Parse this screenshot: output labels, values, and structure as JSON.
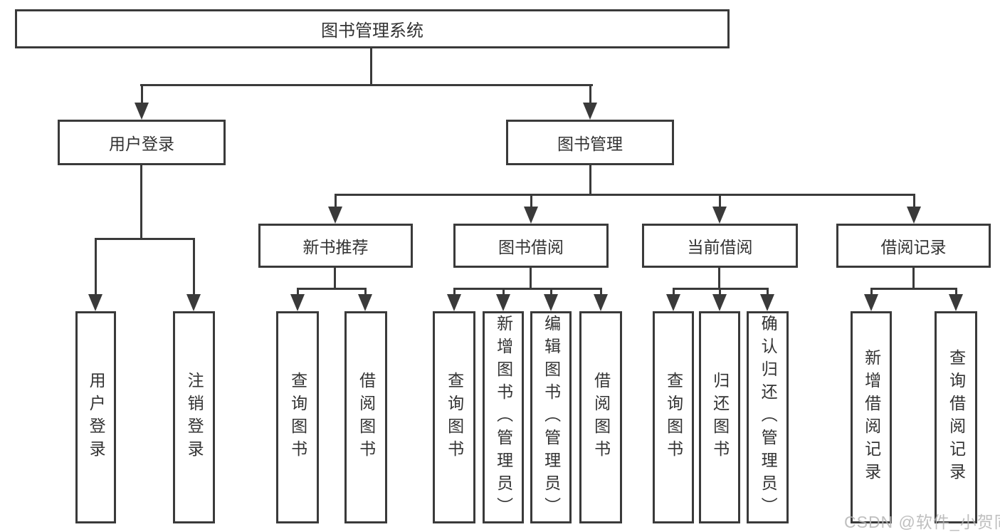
{
  "colors": {
    "line": "#3a3a3a",
    "text": "#333333",
    "background": "#ffffff",
    "watermark": "#b4b4b4"
  },
  "tree": {
    "label": "图书管理系统",
    "children": [
      {
        "label": "用户登录",
        "children": [
          {
            "label": "用户登录"
          },
          {
            "label": "注销登录"
          }
        ]
      },
      {
        "label": "图书管理",
        "children": [
          {
            "label": "新书推荐",
            "children": [
              {
                "label": "查询图书"
              },
              {
                "label": "借阅图书"
              }
            ]
          },
          {
            "label": "图书借阅",
            "children": [
              {
                "label": "查询图书"
              },
              {
                "label": "新增图书（管理员）"
              },
              {
                "label": "编辑图书（管理员）"
              },
              {
                "label": "借阅图书"
              }
            ]
          },
          {
            "label": "当前借阅",
            "children": [
              {
                "label": "查询图书"
              },
              {
                "label": "归还图书"
              },
              {
                "label": "确认归还（管理员）"
              }
            ]
          },
          {
            "label": "借阅记录",
            "children": [
              {
                "label": "新增借阅记录"
              },
              {
                "label": "查询借阅记录"
              }
            ]
          }
        ]
      }
    ]
  },
  "watermark": {
    "text": "CSDN @软件_小贺同学"
  }
}
